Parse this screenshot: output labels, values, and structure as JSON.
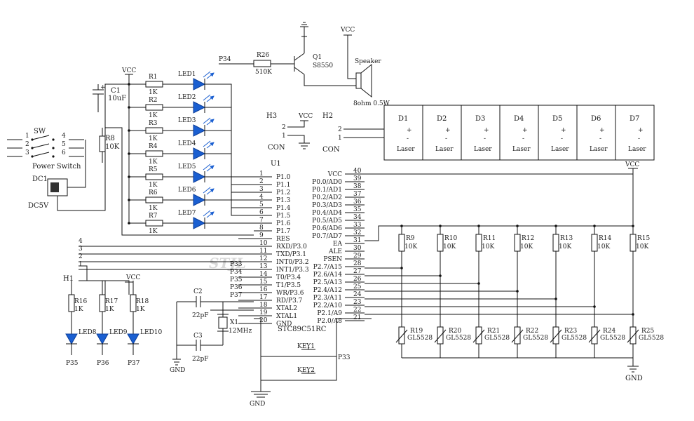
{
  "watermark": "STJL",
  "power": {
    "sw_label": "SW",
    "sw_caption": "Power Switch",
    "sw_pins": [
      "1",
      "2",
      "3",
      "4",
      "5",
      "6"
    ],
    "dc_label": "DC1",
    "dc_caption": "DC5V",
    "vcc": "VCC",
    "c1_label": "C1",
    "c1_value": "10uF",
    "r8_label": "R8",
    "r8_value": "10K"
  },
  "leds": [
    {
      "r": "R1",
      "rv": "1K",
      "led": "LED1"
    },
    {
      "r": "R2",
      "rv": "1K",
      "led": "LED2"
    },
    {
      "r": "R3",
      "rv": "1K",
      "led": "LED3"
    },
    {
      "r": "R4",
      "rv": "1K",
      "led": "LED4"
    },
    {
      "r": "R5",
      "rv": "1K",
      "led": "LED5"
    },
    {
      "r": "R6",
      "rv": "1K",
      "led": "LED6"
    },
    {
      "r": "R7",
      "rv": "1K",
      "led": "LED7"
    }
  ],
  "speaker": {
    "net": "P34",
    "r_label": "R26",
    "r_value": "510K",
    "q_label": "Q1",
    "q_value": "S8550",
    "vcc": "VCC",
    "sp_label": "Speaker",
    "sp_value": "8ohm 0.5W"
  },
  "h3": {
    "label": "H3",
    "pin2": "2",
    "pin1": "1",
    "vcc": "VCC",
    "con": "CON"
  },
  "h2": {
    "label": "H2",
    "pin2": "2",
    "pin1": "1",
    "con": "CON"
  },
  "lasers": {
    "names": [
      "D1",
      "D2",
      "D3",
      "D4",
      "D5",
      "D6",
      "D7"
    ],
    "caption": "Laser",
    "plus": "+",
    "minus": "-"
  },
  "mcu": {
    "ref": "U1",
    "part": "STC89C51RC",
    "left_pins": [
      {
        "n": "1",
        "name": "P1.0"
      },
      {
        "n": "2",
        "name": "P1.1"
      },
      {
        "n": "3",
        "name": "P1.2"
      },
      {
        "n": "4",
        "name": "P1.3"
      },
      {
        "n": "5",
        "name": "P1.4"
      },
      {
        "n": "6",
        "name": "P1.5"
      },
      {
        "n": "7",
        "name": "P1.6"
      },
      {
        "n": "8",
        "name": "P1.7"
      },
      {
        "n": "9",
        "name": "RES"
      },
      {
        "n": "10",
        "name": "RXD/P3.0"
      },
      {
        "n": "11",
        "name": "TXD/P3.1"
      },
      {
        "n": "12",
        "name": "INT0/P3.2"
      },
      {
        "n": "13",
        "name": "INT1/P3.3"
      },
      {
        "n": "14",
        "name": "T0/P3.4"
      },
      {
        "n": "15",
        "name": "T1/P3.5"
      },
      {
        "n": "16",
        "name": "WR/P3.6"
      },
      {
        "n": "17",
        "name": "RD/P3.7"
      },
      {
        "n": "18",
        "name": "XTAL2"
      },
      {
        "n": "19",
        "name": "XTAL1"
      },
      {
        "n": "20",
        "name": "GND"
      }
    ],
    "right_pins": [
      {
        "n": "40",
        "name": "VCC"
      },
      {
        "n": "39",
        "name": "P0.0/AD0"
      },
      {
        "n": "38",
        "name": "P0.1/AD1"
      },
      {
        "n": "37",
        "name": "P0.2/AD2"
      },
      {
        "n": "36",
        "name": "P0.3/AD3"
      },
      {
        "n": "35",
        "name": "P0.4/AD4"
      },
      {
        "n": "34",
        "name": "P0.5/AD5"
      },
      {
        "n": "33",
        "name": "P0.6/AD6"
      },
      {
        "n": "32",
        "name": "P0.7/AD7"
      },
      {
        "n": "31",
        "name": "EA"
      },
      {
        "n": "30",
        "name": "ALE"
      },
      {
        "n": "29",
        "name": "PSEN"
      },
      {
        "n": "28",
        "name": "P2.7/A15"
      },
      {
        "n": "27",
        "name": "P2.6/A14"
      },
      {
        "n": "26",
        "name": "P2.5/A13"
      },
      {
        "n": "25",
        "name": "P2.4/A12"
      },
      {
        "n": "24",
        "name": "P2.3/A11"
      },
      {
        "n": "23",
        "name": "P2.2/A10"
      },
      {
        "n": "22",
        "name": "P2.1/A9"
      },
      {
        "n": "21",
        "name": "P2.0/A8"
      }
    ],
    "port3_nets": [
      "P33",
      "P34",
      "P35",
      "P36",
      "P37"
    ],
    "header_pins": [
      "4",
      "3",
      "2",
      "1"
    ]
  },
  "osc": {
    "c2": "C2",
    "c2v": "22pF",
    "c3": "C3",
    "c3v": "22pF",
    "x1": "X1",
    "x1v": "12MHz",
    "gnd": "GND"
  },
  "keys": {
    "key1": "KEY1",
    "key1_net": "P33",
    "key2": "KEY2",
    "gnd": "GND"
  },
  "h1": {
    "label": "H1",
    "vcc": "VCC",
    "items": [
      {
        "r": "R16",
        "rv": "1K",
        "led": "LED8",
        "net": "P35"
      },
      {
        "r": "R17",
        "rv": "1K",
        "led": "LED9",
        "net": "P36"
      },
      {
        "r": "R18",
        "rv": "1K",
        "led": "LED10",
        "net": "P37"
      }
    ]
  },
  "sensors": {
    "pullups": [
      "R9",
      "R10",
      "R11",
      "R12",
      "R13",
      "R14",
      "R15"
    ],
    "pullup_value": "10K",
    "ldrs": [
      "R19",
      "R20",
      "R21",
      "R22",
      "R23",
      "R24",
      "R25"
    ],
    "ldr_value": "GL5528",
    "vcc": "VCC",
    "gnd": "GND"
  }
}
